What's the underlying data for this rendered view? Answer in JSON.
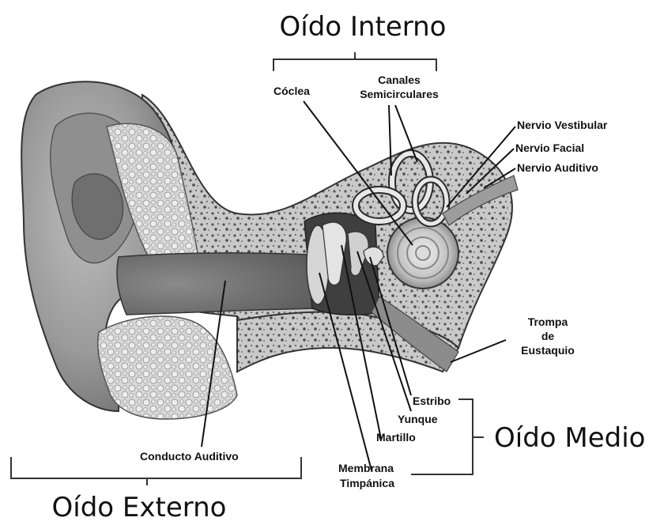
{
  "regions": {
    "inner": "Oído Interno",
    "middle": "Oído Medio",
    "outer": "Oído Externo"
  },
  "labels": {
    "coclea": "Cóclea",
    "canales_1": "Canales",
    "canales_2": "Semicirculares",
    "nervio_vestibular": "Nervio Vestibular",
    "nervio_facial": "Nervio Facial",
    "nervio_auditivo": "Nervio Auditivo",
    "trompa_1": "Trompa",
    "trompa_2": "de",
    "trompa_3": "Eustaquio",
    "estribo": "Estribo",
    "yunque": "Yunque",
    "martillo": "Martillo",
    "membrana_1": "Membrana",
    "membrana_2": "Timpánica",
    "conducto": "Conducto Auditivo"
  }
}
